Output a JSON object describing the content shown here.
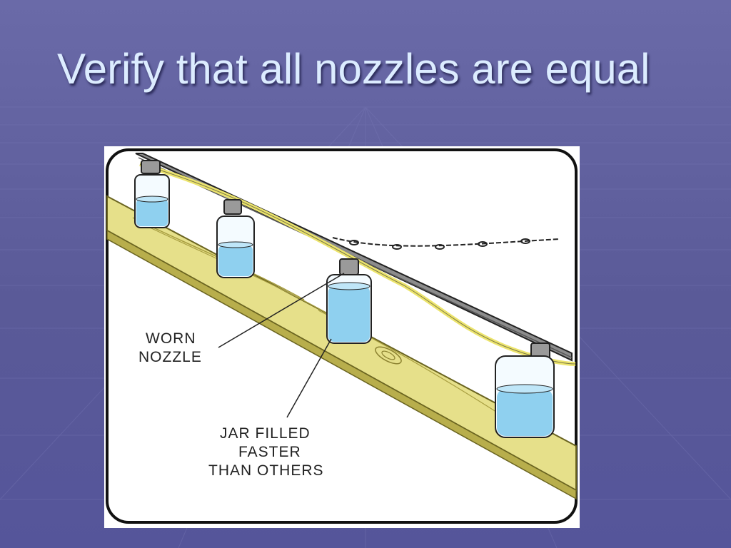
{
  "slide": {
    "title": "Verify that all nozzles are equal"
  },
  "diagram": {
    "labels": {
      "worn_nozzle": [
        "WORN",
        "NOZZLE"
      ],
      "jar_filled": [
        "JAR FILLED",
        "FASTER",
        "THAN OTHERS"
      ]
    }
  },
  "colors": {
    "background": "#5d5d9e",
    "title_text": "#dcecff",
    "water": "#8fd0ef",
    "board": "#e6e08a",
    "hose": "#ece46c",
    "boom": "#8c8c8c"
  }
}
